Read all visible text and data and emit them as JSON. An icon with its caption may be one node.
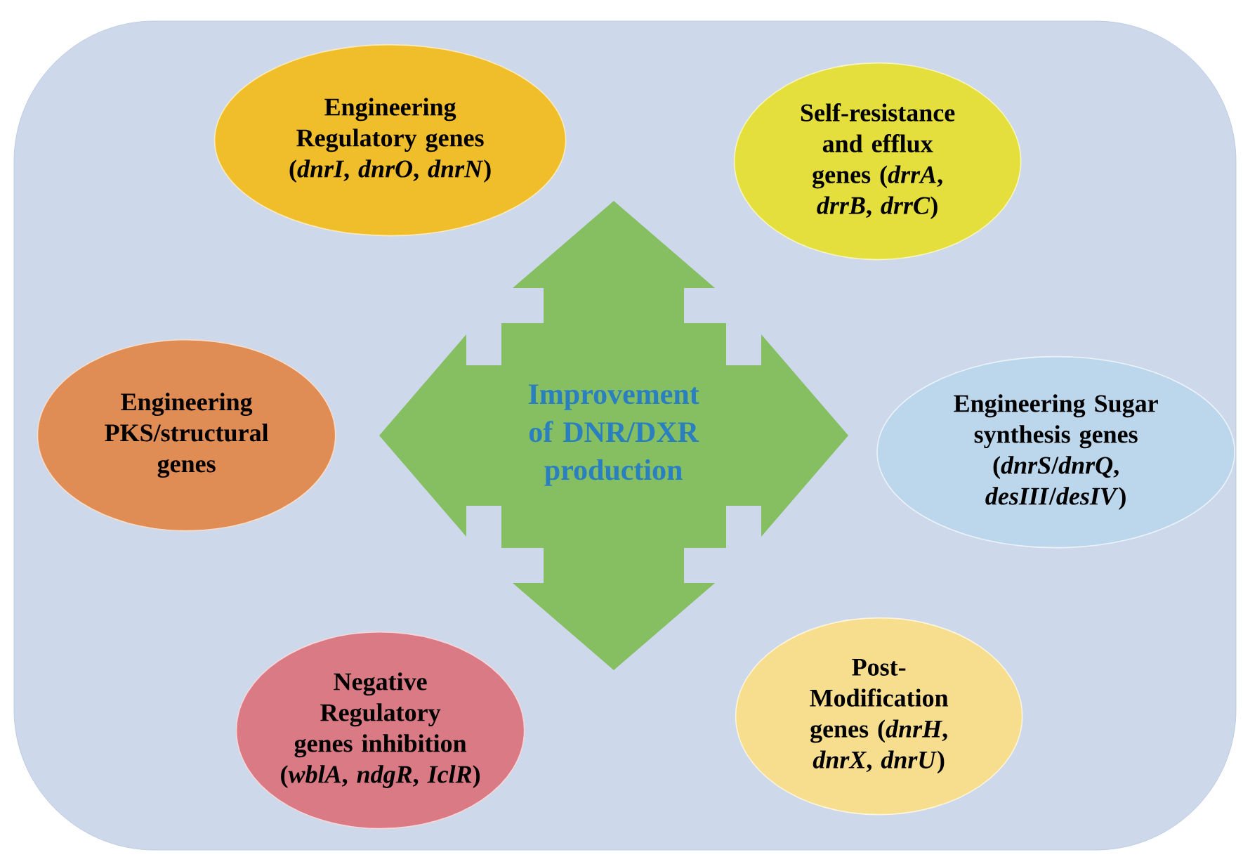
{
  "diagram": {
    "nodes": [
      {
        "text": [],
        "shape": "box"
      },
      {
        "text": [
          "Engineering Regulatory genes (*dnrI*, *dnrO*, *dnrN*)"
        ],
        "in": 0
      },
      {
        "text": [
          "Self-resistance and efflux genes (*drrA*, *drrB*, *drrC*)"
        ],
        "in": 0
      },
      {
        "text": [
          "Engineering PKS/structural genes"
        ],
        "in": 0
      },
      {
        "text": [
          "Improvement of DNR/DXR production"
        ],
        "in": 0
      },
      {
        "text": [
          "Engineering Sugar synthesis genes (*dnrS*/*dnrQ*, *desIII*/*desIV*)"
        ],
        "in": 0
      },
      {
        "text": [
          "Negative Regulatory genes inhibition (*wblA*, *ndgR*, *IclR*)"
        ],
        "in": 0
      },
      {
        "text": [
          "Post-Modification genes (*dnrH*, *dnrX*, *dnrU*)"
        ],
        "in": 0
      }
    ]
  }
}
